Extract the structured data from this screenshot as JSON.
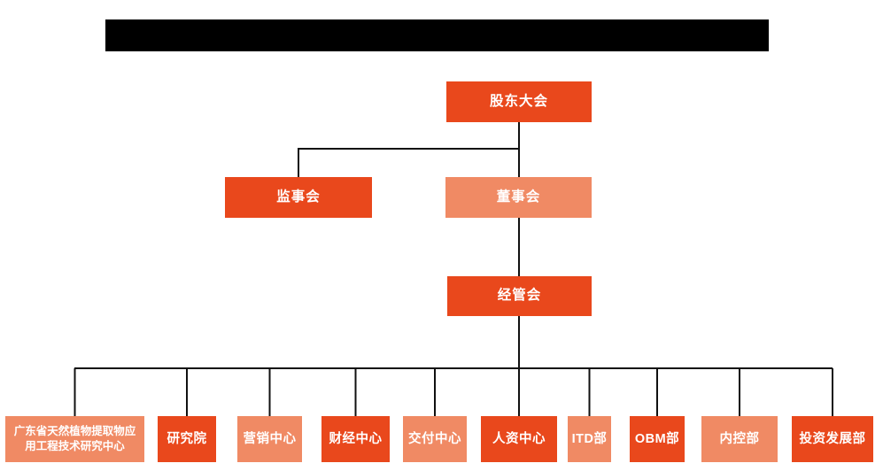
{
  "colors": {
    "primary": "#E9481C",
    "secondary": "#F08A64",
    "connector": "#111111",
    "text": "#ffffff"
  },
  "header": {
    "redacted_title": ""
  },
  "org_chart": {
    "root": {
      "label": "股东大会"
    },
    "level2": [
      {
        "label": "监事会"
      },
      {
        "label": "董事会"
      }
    ],
    "level3": {
      "label": "经管会"
    },
    "departments": [
      {
        "label": "广东省天然植物提取物应用工程技术研究中心"
      },
      {
        "label": "研究院"
      },
      {
        "label": "营销中心"
      },
      {
        "label": "财经中心"
      },
      {
        "label": "交付中心"
      },
      {
        "label": "人资中心"
      },
      {
        "label": "ITD部"
      },
      {
        "label": "OBM部"
      },
      {
        "label": "内控部"
      },
      {
        "label": "投资发展部"
      }
    ]
  }
}
